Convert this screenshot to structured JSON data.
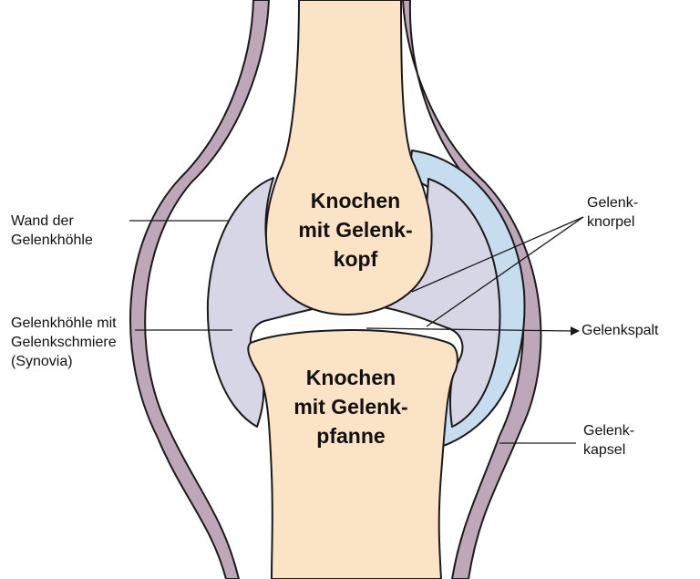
{
  "colors": {
    "bone": "#fbe3c6",
    "capsule": "#bda7b8",
    "cartilage": "#c6dcef",
    "cavity": "#d6d6e7",
    "outline": "#1a1a1a"
  },
  "bones": {
    "upper": [
      "Knochen",
      "mit Gelenk-",
      "kopf"
    ],
    "lower": [
      "Knochen",
      "mit Gelenk-",
      "pfanne"
    ]
  },
  "labels": {
    "wand": [
      "Wand der",
      "Gelenkhöhle"
    ],
    "hoehle": [
      "Gelenkhöhle mit",
      "Gelenkschmiere",
      "(Synovia)"
    ],
    "knorpel": [
      "Gelenk-",
      "knorpel"
    ],
    "spalt": "Gelenkspalt",
    "kapsel": [
      "Gelenk-",
      "kapsel"
    ]
  }
}
